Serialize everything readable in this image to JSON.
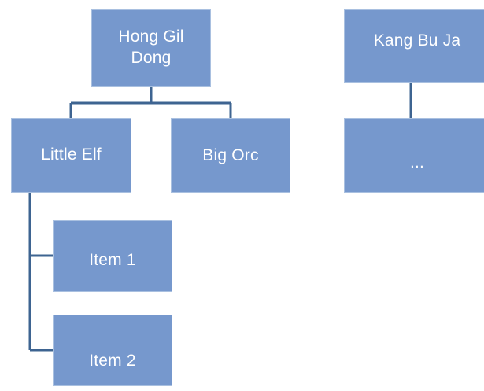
{
  "diagram": {
    "type": "hierarchy-tree",
    "background_color": "#ffffff",
    "node_fill_color": "#7698CD",
    "node_border_color": "#A9C0E0",
    "node_text_color": "#FFFFFF",
    "connector_color": "#3E6491",
    "connector_width": 3,
    "trees": [
      {
        "name": "left-tree",
        "root": {
          "id": "root-left",
          "label": "Hong Gil Dong"
        },
        "children": [
          {
            "id": "little-elf",
            "label": "Little Elf",
            "children": [
              {
                "id": "item-1",
                "label": "Item 1"
              },
              {
                "id": "item-2",
                "label": "Item 2"
              }
            ]
          },
          {
            "id": "big-orc",
            "label": "Big Orc",
            "children": []
          }
        ]
      },
      {
        "name": "right-tree",
        "root": {
          "id": "root-right",
          "label": "Kang Bu Ja"
        },
        "children": [
          {
            "id": "ellipsis",
            "label": "...",
            "children": []
          }
        ]
      }
    ]
  },
  "nodes": {
    "root_left": {
      "label": "Hong Gil Dong"
    },
    "little_elf": {
      "label": "Little Elf"
    },
    "big_orc": {
      "label": "Big Orc"
    },
    "item_1": {
      "label": "Item 1"
    },
    "item_2": {
      "label": "Item 2"
    },
    "root_right": {
      "label": "Kang Bu Ja"
    },
    "ellipsis": {
      "label": "..."
    }
  }
}
